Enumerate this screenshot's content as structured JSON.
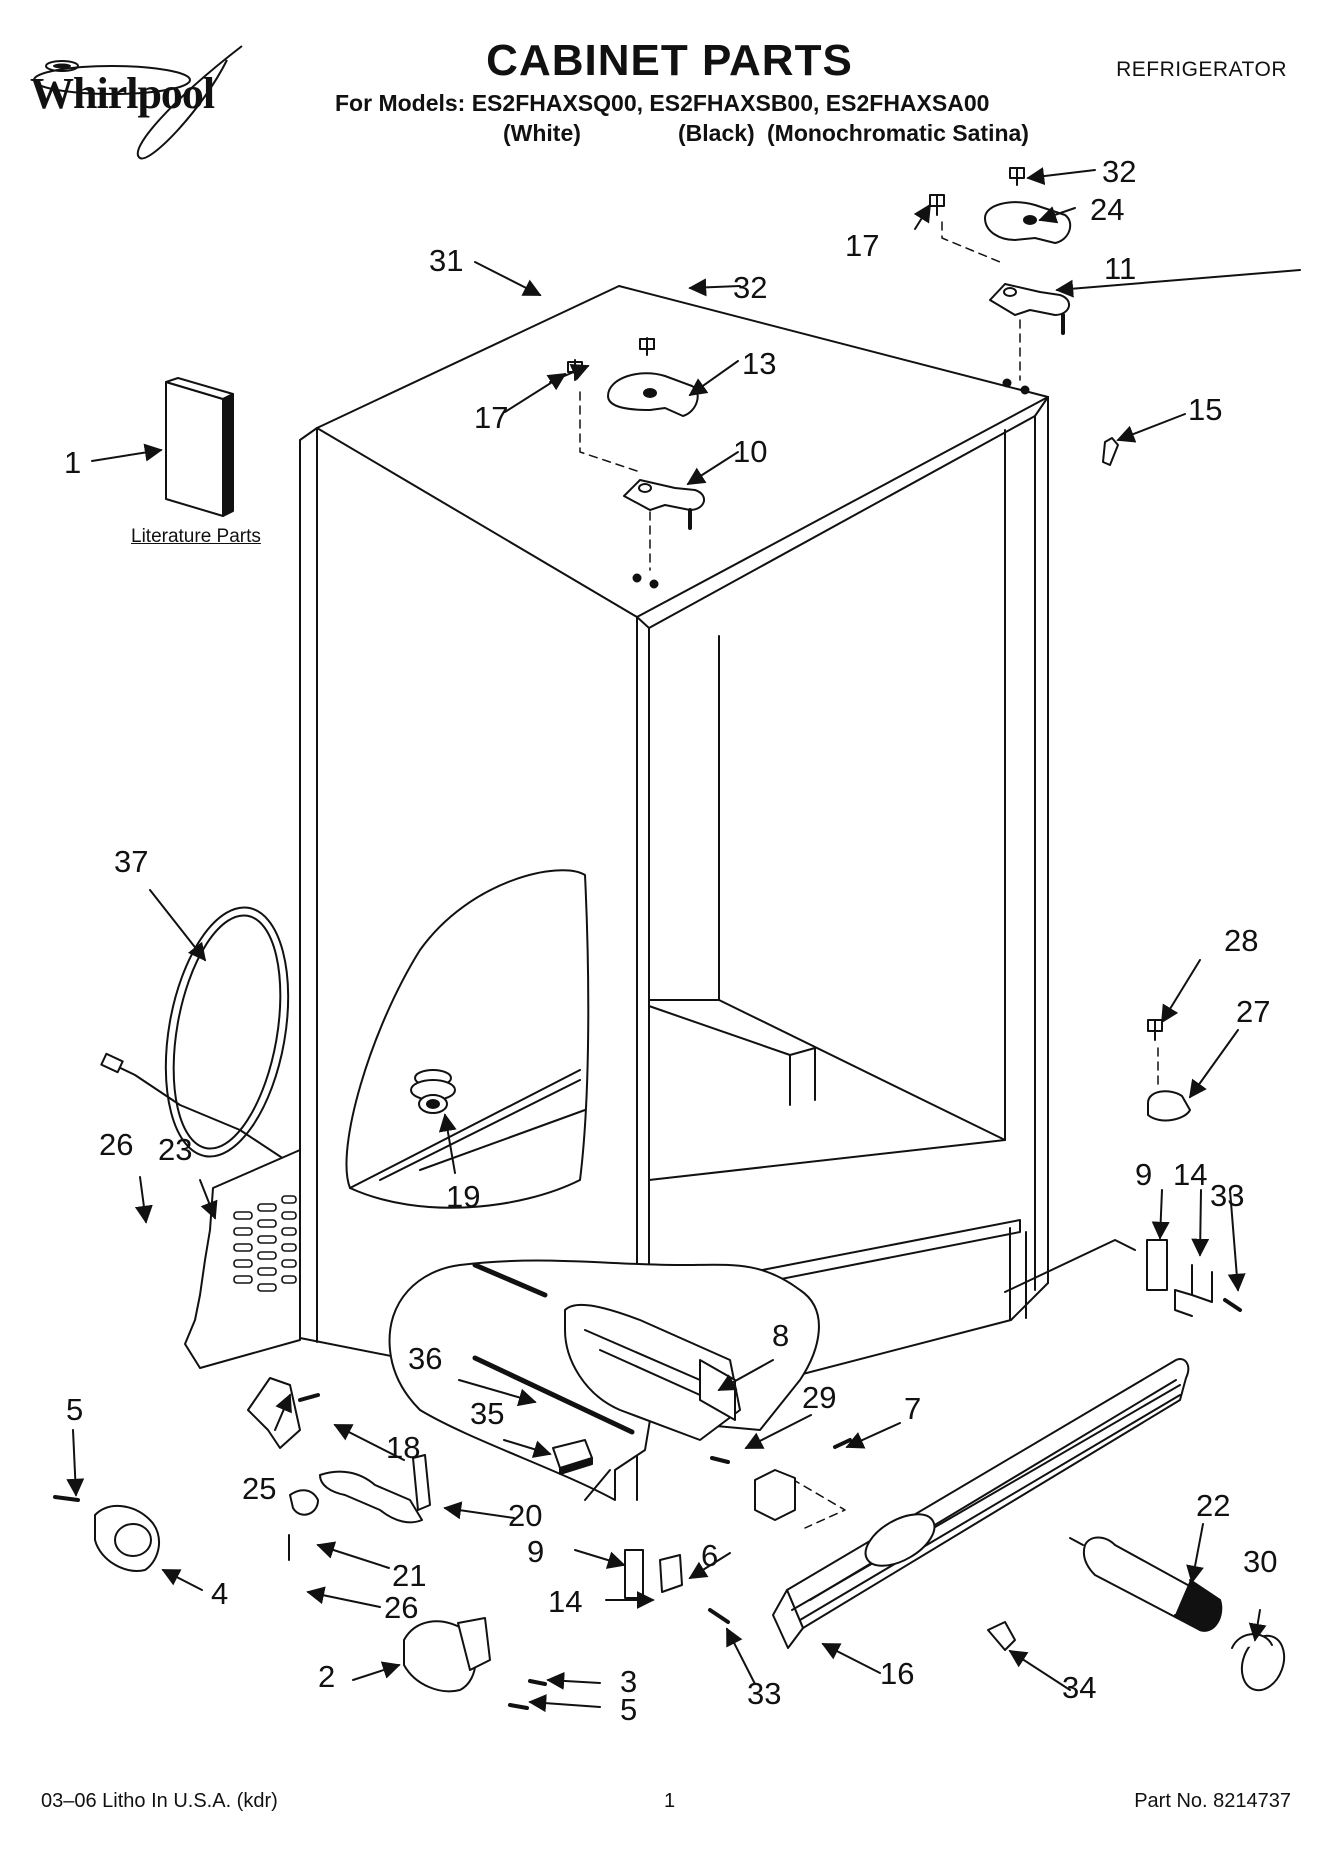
{
  "header": {
    "brand": "Whirlpool",
    "title": "CABINET PARTS",
    "category": "REFRIGERATOR",
    "models_line": "For Models: ES2FHAXSQ00, ES2FHAXSB00, ES2FHAXSA00",
    "variants": [
      "(White)",
      "(Black)",
      "(Monochromatic Satina)"
    ]
  },
  "literature_label": "Literature Parts",
  "callouts": [
    "1",
    "2",
    "3",
    "4",
    "5",
    "5",
    "6",
    "7",
    "8",
    "9",
    "9",
    "10",
    "11",
    "13",
    "14",
    "14",
    "15",
    "16",
    "17",
    "17",
    "18",
    "19",
    "20",
    "21",
    "22",
    "23",
    "24",
    "25",
    "26",
    "26",
    "27",
    "28",
    "29",
    "30",
    "31",
    "32",
    "32",
    "33",
    "33",
    "34",
    "35",
    "36",
    "37"
  ],
  "footer": {
    "left": "03–06 Litho In U.S.A. (kdr)",
    "page": "1",
    "part_no": "Part No. 8214737"
  }
}
